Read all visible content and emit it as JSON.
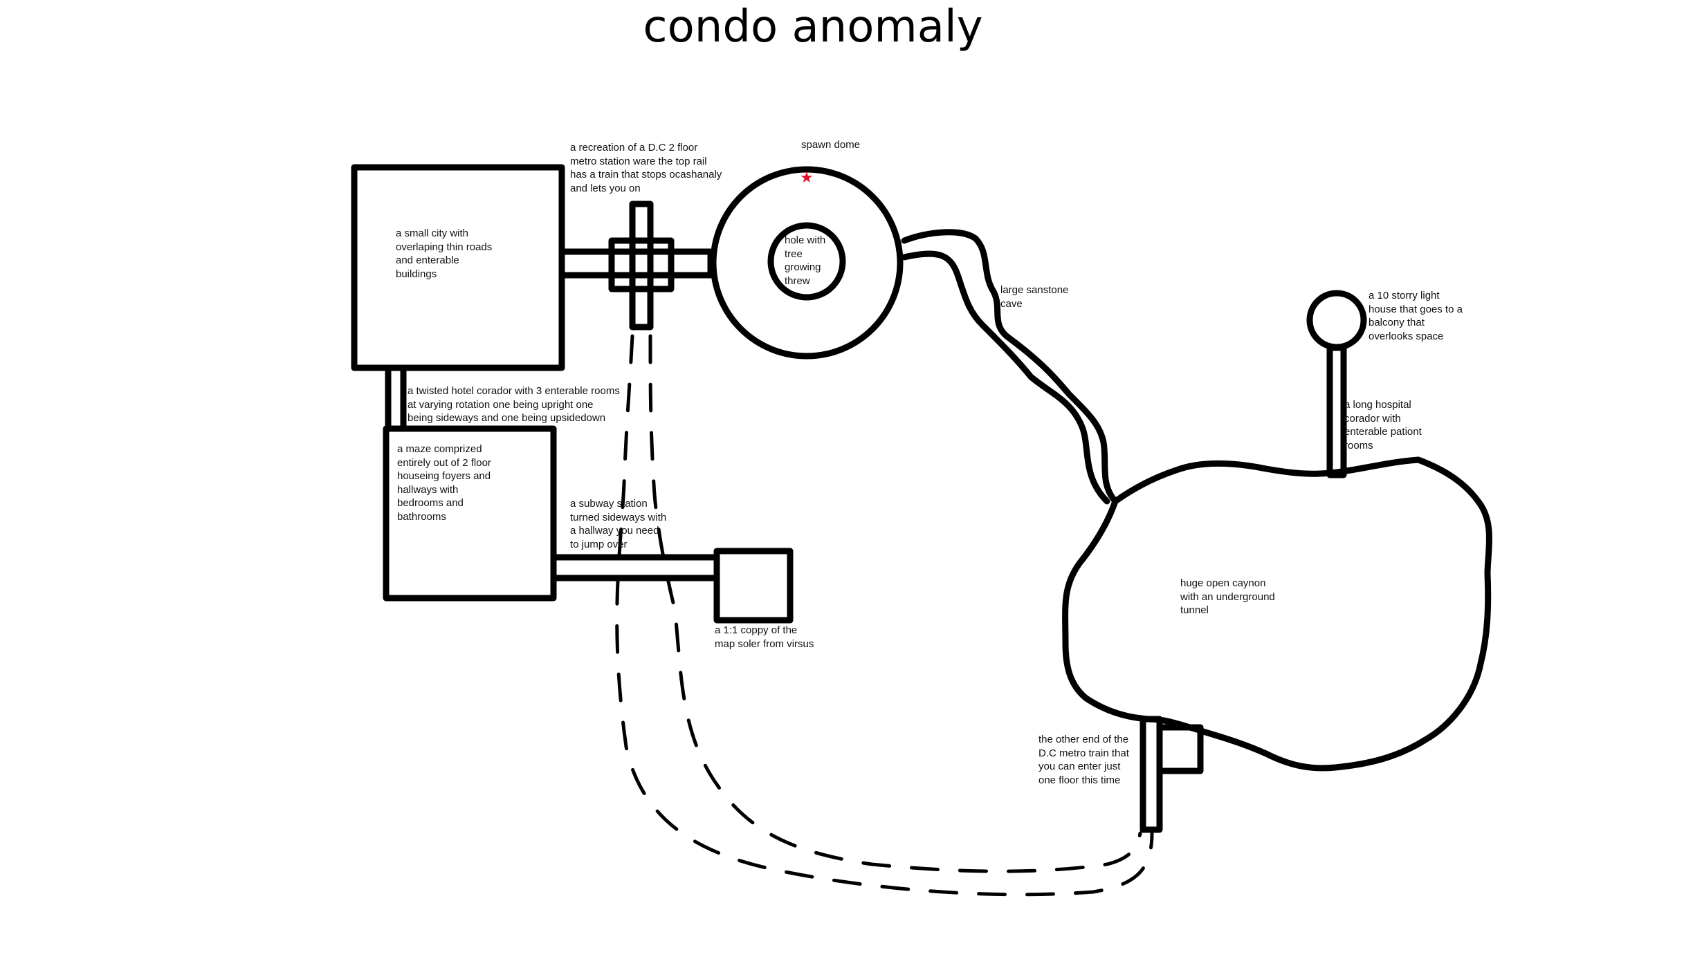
{
  "title": "condo anomaly",
  "accent": {
    "star_color": "#e0102a",
    "stroke_color": "#000000"
  },
  "labels": {
    "small_city": "a small city with\noverlaping thin roads\nand enterable\nbuildings",
    "metro_station": "a recreation of a D.C 2 floor\nmetro station ware the top rail\nhas a train that stops ocashanaly\nand lets you on",
    "spawn_dome": "spawn dome",
    "hole_tree": "hole with\ntree\ngrowing\nthrew",
    "sandstone_cave": "large sanstone\ncave",
    "lighthouse": "a 10 storry light\nhouse that goes to a\nbalcony that\noverlooks space",
    "hospital": "a long hospital\ncorador with\nenterable pationt\nrooms",
    "hotel_corridor": "a twisted hotel corador with 3 enterable rooms\nat varying rotation one being upright one\nbeing sideways and one being upsidedown",
    "maze": "a maze comprized\nentirely out of 2 floor\nhouseing foyers and\nhallways with\nbedrooms and\nbathrooms",
    "subway_sideways": "a subway station\nturned sideways with\na hallway you need\nto jump over",
    "soler_copy": "a 1:1 coppy of the\nmap soler from virsus",
    "canyon": "huge open caynon\nwith an underground\ntunnel",
    "metro_other_end": "the other end of the\nD.C metro train that\nyou can enter just\none floor this time"
  },
  "icons": {
    "spawn_marker": "star-icon"
  }
}
